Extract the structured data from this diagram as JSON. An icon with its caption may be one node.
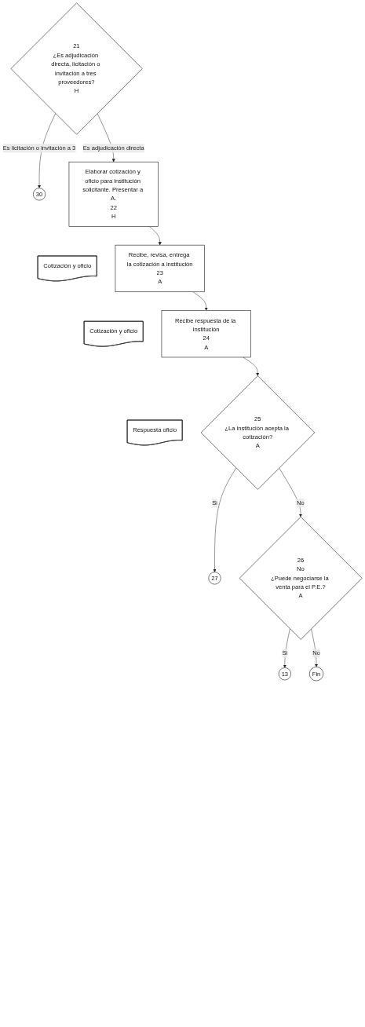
{
  "diagram": {
    "nodes": [
      {
        "text": [
          "21",
          "¿Es adjudicación directa, licitación o invitación a tres proveedores?",
          "H"
        ]
      },
      {
        "text": [
          "30"
        ]
      },
      {
        "text": [
          "Elaborar cotización y oficio para institución solicitante. Presentar a A.",
          "22",
          "H"
        ]
      },
      {
        "text": [
          "Cotización y oficio"
        ]
      },
      {
        "text": [
          "Recibe, revisa, entrega la cotización a institución",
          "23",
          "A"
        ]
      },
      {
        "text": [
          "Cotización y oficio"
        ]
      },
      {
        "text": [
          "Recibe respuesta de la institución",
          "24",
          "A"
        ]
      },
      {
        "text": [
          "Respuesta oficio"
        ]
      },
      {
        "text": [
          "25",
          "¿La institución acepta la cotización?",
          "A"
        ]
      },
      {
        "text": [
          "27"
        ]
      },
      {
        "text": [
          "26",
          "No",
          "¿Puede negociarse la venta para el P.E.?",
          "A"
        ]
      },
      {
        "text": [
          "13"
        ]
      },
      {
        "text": [
          "Fin"
        ]
      }
    ],
    "edges": [
      {
        "from": 0,
        "to": 1,
        "arrow": "to",
        "label": "Es licitación o invitación a 3"
      },
      {
        "from": 0,
        "to": 2,
        "arrow": "to",
        "label": "Es adjudicación directa"
      },
      {
        "from": 2,
        "to": 4,
        "arrow": "to"
      },
      {
        "from": 4,
        "to": 6,
        "arrow": "to"
      },
      {
        "from": 6,
        "to": 8,
        "arrow": "to"
      },
      {
        "from": 8,
        "to": 9,
        "arrow": "to",
        "label": "Si"
      },
      {
        "from": 8,
        "to": 10,
        "arrow": "to",
        "label": "No"
      },
      {
        "from": 10,
        "to": 11,
        "arrow": "to",
        "label": "Si"
      },
      {
        "from": 10,
        "to": 12,
        "arrow": "to",
        "label": "No"
      }
    ]
  }
}
